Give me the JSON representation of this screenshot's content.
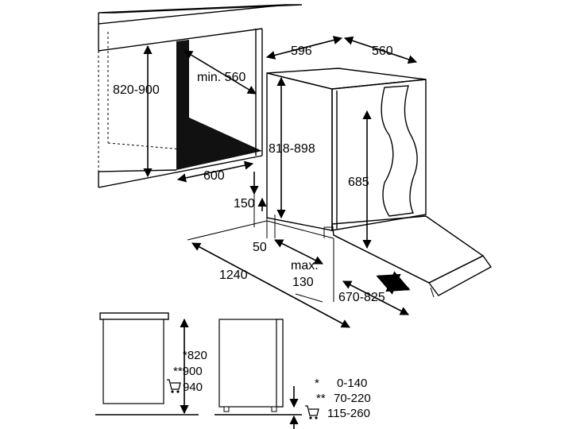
{
  "labels": {
    "cabinet_height": "820-900",
    "niche_depth": "min. 560",
    "niche_width": "600",
    "appliance_width": "596",
    "appliance_depth": "560",
    "appliance_height": "818-898",
    "door_height": "685",
    "plinth_height": "150",
    "plinth_setback": "50",
    "overall_depth": "1240",
    "max_label": "max.",
    "max_value": "130",
    "door_travel": "670-825"
  },
  "legend": {
    "height_1": "*820",
    "height_2": "**900",
    "height_3": "940",
    "range_1_mark": "*",
    "range_1": "0-140",
    "range_2_mark": "**",
    "range_2": "70-220",
    "range_3": "115-260"
  },
  "icons": {
    "cart_a": "shopping-cart-icon",
    "cart_b": "shopping-cart-icon"
  }
}
